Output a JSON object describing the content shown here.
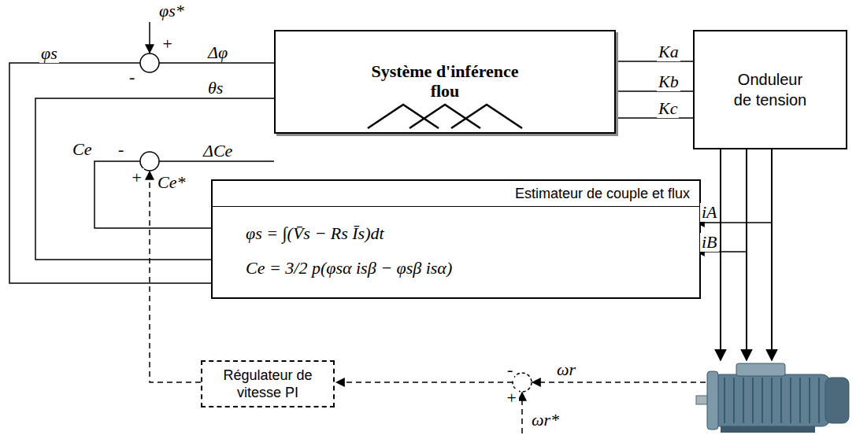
{
  "diagram": {
    "nodes": [
      {
        "text": [
          "Système d'inférence flou"
        ]
      },
      {
        "text": [
          "Onduleur de tension"
        ]
      },
      {
        "text": [
          "Estimateur de couple et flux",
          "φs = ∫(V̄s − Rs Īs)dt",
          "Ce = 3/2 p(φsα isβ − φsβ isα)"
        ]
      },
      {
        "text": [
          "Régulateur de vitesse PI"
        ]
      }
    ],
    "edges": [
      {
        "from": 0,
        "to": 1,
        "label": "Ka",
        "arrow": "none"
      },
      {
        "from": 0,
        "to": 1,
        "label": "Kb",
        "arrow": "none"
      },
      {
        "from": 0,
        "to": 1,
        "label": "Kc",
        "arrow": "none"
      },
      {
        "from": 2,
        "to": 0,
        "label": "θs",
        "arrow": "none"
      },
      {
        "from": 2,
        "to": 0,
        "label": "Δφ",
        "arrow": "none"
      },
      {
        "from": 2,
        "to": 0,
        "label": "ΔCe",
        "arrow": "none"
      }
    ],
    "labels": [
      "φs*",
      "+",
      "φs",
      "-",
      "Ce",
      "-",
      "+",
      "Ce*",
      "iA",
      "iB",
      "ωr",
      "-",
      "+",
      "ωr*"
    ]
  }
}
